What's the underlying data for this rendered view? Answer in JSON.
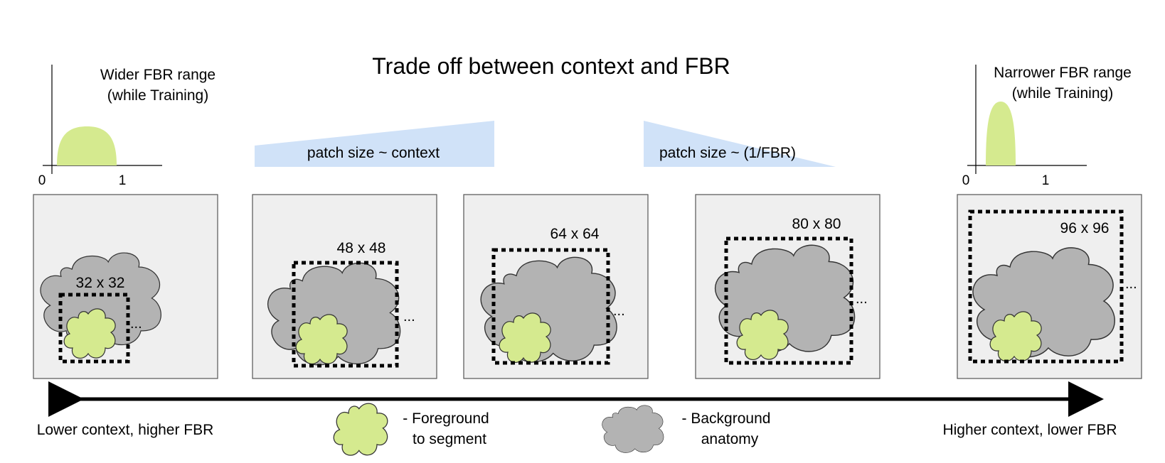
{
  "title": "Trade off between context and FBR",
  "left_dist": {
    "label_1": "Wider FBR range",
    "label_2": "(while Training)",
    "tick_0": "0",
    "tick_1": "1"
  },
  "right_dist": {
    "label_1": "Narrower FBR range",
    "label_2": "(while Training)",
    "tick_0": "0",
    "tick_1": "1"
  },
  "wedge_left": "patch size ~ context",
  "wedge_right": "patch size ~ (1/FBR)",
  "panels": [
    {
      "patch_label": "32 x 32",
      "ellipsis": "..."
    },
    {
      "patch_label": "48 x 48",
      "ellipsis": "..."
    },
    {
      "patch_label": "64 x 64",
      "ellipsis": "..."
    },
    {
      "patch_label": "80 x 80",
      "ellipsis": "..."
    },
    {
      "patch_label": "96 x 96",
      "ellipsis": "..."
    }
  ],
  "axis": {
    "left_label": "Lower context, higher FBR",
    "right_label": "Higher context, lower FBR"
  },
  "legend": {
    "fg_line1": "- Foreground",
    "fg_line2": "to segment",
    "bg_line1": "- Background",
    "bg_line2": "anatomy"
  },
  "colors": {
    "foreground": "#d5ea8f",
    "background": "#b3b3b3",
    "panel": "#efefef",
    "wedge": "#d0e2f8",
    "dist": "#d5ea8f"
  }
}
